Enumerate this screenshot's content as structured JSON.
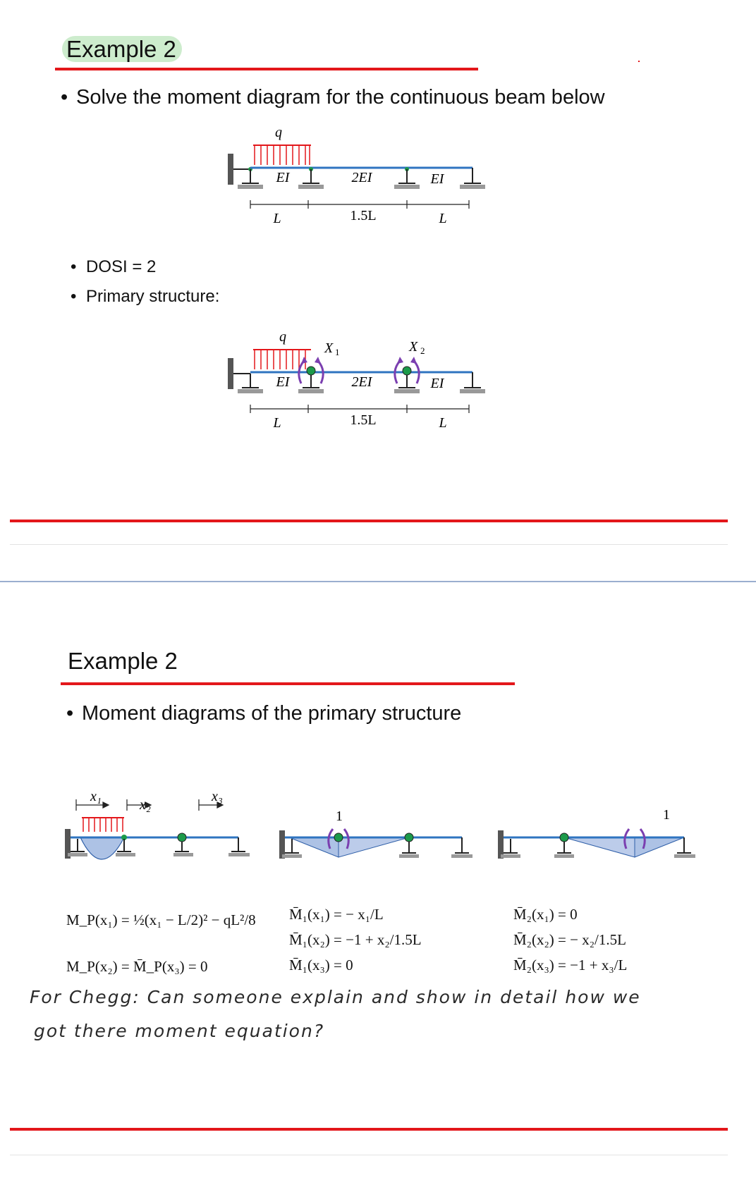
{
  "slide1": {
    "title": "Example 2",
    "bullet": "Solve the moment diagram for the continuous beam below",
    "sub_bullets": [
      "DOSI = 2",
      "Primary structure:"
    ],
    "beam_labels": {
      "load": "q",
      "EI1": "EI",
      "EI2": "2EI",
      "EI3": "EI",
      "L1": "L",
      "L2": "1.5L",
      "L3": "L"
    },
    "primary_labels": {
      "load": "q",
      "X1": "X",
      "X1_sub": "1",
      "X2": "X",
      "X2_sub": "2",
      "EI1": "EI",
      "EI2": "2EI",
      "EI3": "EI",
      "L1": "L",
      "L2": "1.5L",
      "L3": "L"
    }
  },
  "slide2": {
    "title": "Example 2",
    "bullet": "Moment diagrams of the primary structure",
    "coord_labels": {
      "x1": "x₁",
      "x2": "x₂",
      "x3": "x₃"
    },
    "unit_labels": {
      "m1": "1",
      "m2": "1"
    },
    "equations": {
      "mp": [
        "M_P(x₁) = ½(x₁ − L/2)² − qL²/8",
        "M_P(x₂) = M̄_P(x₃) = 0"
      ],
      "m1": [
        "M̄₁(x₁) = − x₁/L",
        "M̄₁(x₂) = −1 + x₂/1.5L",
        "M̄₁(x₃) = 0"
      ],
      "m2": [
        "M̄₂(x₁) = 0",
        "M̄₂(x₂) = − x₂/1.5L",
        "M̄₂(x₃) = −1 + x₃/L"
      ]
    },
    "handwritten_line1": "For Chegg: Can someone explain and show in detail how we",
    "handwritten_line2": "got there moment equation?"
  },
  "colors": {
    "accent_red": "#e3171b",
    "beam_blue": "#2f74c0",
    "load_red": "#e3171b",
    "hinge_green": "#1c9a4a",
    "moment_arrow_purple": "#7b3fb0",
    "diagram_fill": "#6a8fd0",
    "title_highlight": "#cdeccd"
  }
}
